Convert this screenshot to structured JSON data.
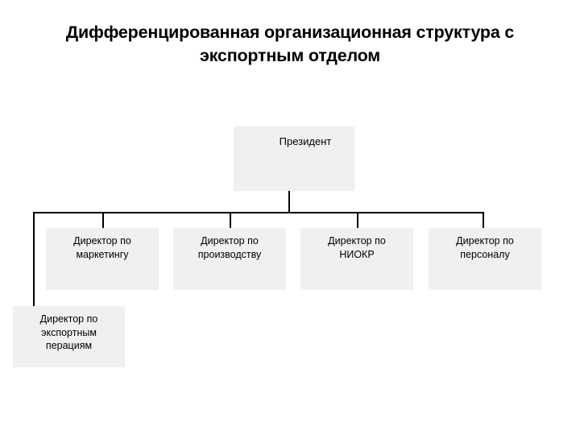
{
  "slide": {
    "title": "Дифференцированная организационная\nструктура с экспортным отделом",
    "background_color": "#ffffff"
  },
  "chart_data": {
    "type": "diagram",
    "diagram_type": "org-chart",
    "title": "Дифференцированная организационная структура с экспортным отделом",
    "node_fill_color": "#f0f0f0",
    "connector_color": "#000000",
    "nodes": [
      {
        "id": "president",
        "label": "Президент",
        "level": 0
      },
      {
        "id": "marketing",
        "label": "Директор по\nмаркетингу",
        "level": 1
      },
      {
        "id": "production",
        "label": "Директор по\nпроизводству",
        "level": 1
      },
      {
        "id": "rnd",
        "label": "Директор по\nНИОКР",
        "level": 1
      },
      {
        "id": "hr",
        "label": "Директор по\nперсоналу",
        "level": 1
      },
      {
        "id": "export",
        "label": "Директор по\nэкспортным\nперациям",
        "level": 1
      }
    ],
    "edges": [
      {
        "from": "president",
        "to": "marketing"
      },
      {
        "from": "president",
        "to": "production"
      },
      {
        "from": "president",
        "to": "rnd"
      },
      {
        "from": "president",
        "to": "hr"
      },
      {
        "from": "president",
        "to": "export"
      }
    ]
  }
}
